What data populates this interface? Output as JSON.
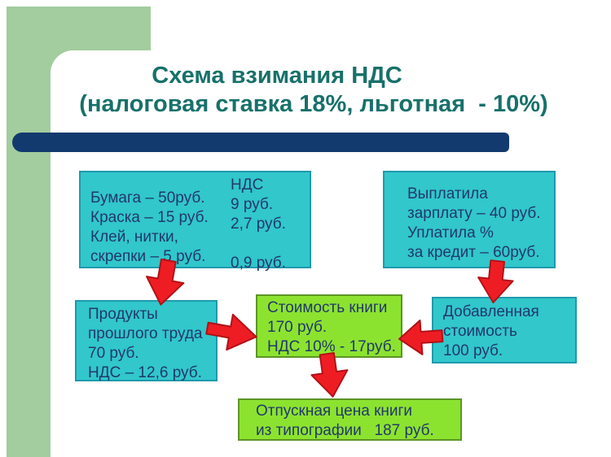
{
  "slide": {
    "title_line1": "Схема взимания НДС",
    "title_line2": "(налоговая ставка 18%, льготная  - 10%)"
  },
  "boxes": {
    "materials": {
      "col1": [
        "Бумага – 50руб.",
        "Краска – 15 руб.",
        "Клей, нитки,",
        "скрепки – 5 руб."
      ],
      "col2": [
        "НДС",
        "9 руб.",
        "2,7 руб.",
        "",
        "0,9 руб."
      ]
    },
    "company": {
      "lines": [
        "Выплатила",
        "зарплату – 40 руб.",
        "Уплатила %",
        "за кредит – 60руб."
      ]
    },
    "past_labor": {
      "lines": [
        "Продукты",
        "прошлого труда",
        "70 руб.",
        "НДС – 12,6 руб."
      ]
    },
    "book_cost": {
      "lines": [
        "Стоимость книги",
        "170 руб.",
        "НДС 10% - 17руб."
      ]
    },
    "added_value": {
      "lines": [
        "Добавленная",
        "стоимость",
        "100 руб."
      ]
    },
    "factory_price": {
      "lines": [
        "Отпускная цена книги",
        "из типографии   187 руб."
      ]
    }
  },
  "colors": {
    "accent_stripe": "#A3CD9E",
    "title_text": "#17716A",
    "divider_bar": "#123A6E",
    "teal_box_fill": "#31C7CB",
    "teal_box_border": "#1E9AAD",
    "green_box_fill": "#8CE32F",
    "green_box_border": "#5D9426",
    "arrow_fill": "#EE1D23",
    "arrow_stroke": "#B01116",
    "box_text": "#22386B"
  }
}
